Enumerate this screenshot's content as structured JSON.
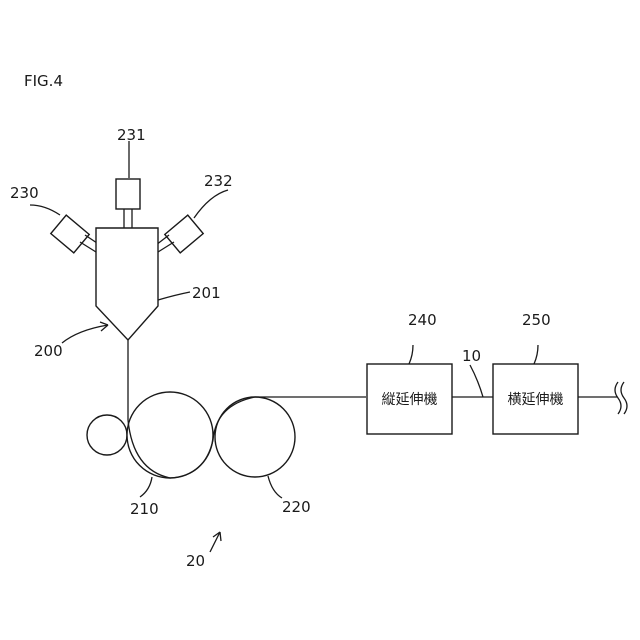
{
  "figure_label": "FIG.4",
  "labels": {
    "system": "20",
    "mixer_unit": "200",
    "hopper": "201",
    "roll_1": "210",
    "roll_2": "220",
    "feeder_left": "230",
    "feeder_top": "231",
    "feeder_right": "232",
    "film": "10",
    "machine_1": "240",
    "machine_2": "250"
  },
  "boxes": {
    "machine_1_text": "縦延伸機",
    "machine_2_text": "横延伸機"
  }
}
